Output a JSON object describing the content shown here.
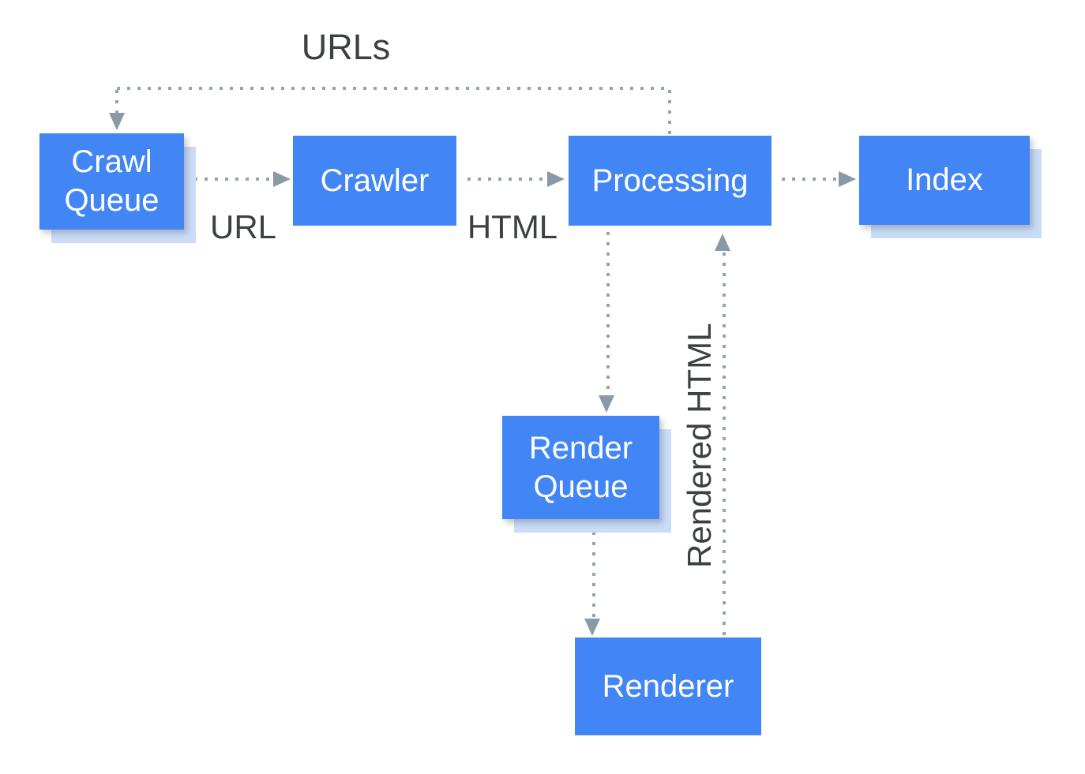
{
  "diagram": {
    "nodes": {
      "crawl_queue": {
        "line1": "Crawl",
        "line2": "Queue"
      },
      "crawler": {
        "label": "Crawler"
      },
      "processing": {
        "label": "Processing"
      },
      "index": {
        "label": "Index"
      },
      "render_queue": {
        "line1": "Render",
        "line2": "Queue"
      },
      "renderer": {
        "label": "Renderer"
      }
    },
    "labels": {
      "urls": "URLs",
      "url": "URL",
      "html": "HTML",
      "rendered_html": "Rendered HTML"
    },
    "edges": [
      {
        "from": "crawl_queue",
        "to": "crawler",
        "label": "URL"
      },
      {
        "from": "crawler",
        "to": "processing",
        "label": "HTML"
      },
      {
        "from": "processing",
        "to": "index",
        "label": ""
      },
      {
        "from": "processing",
        "to": "crawl_queue",
        "label": "URLs"
      },
      {
        "from": "processing",
        "to": "render_queue",
        "label": ""
      },
      {
        "from": "render_queue",
        "to": "renderer",
        "label": ""
      },
      {
        "from": "renderer",
        "to": "processing",
        "label": "Rendered HTML"
      }
    ],
    "colors": {
      "node_fill": "#4285F4",
      "node_text": "#FFFFFF",
      "node_shadow": "#CBDCF8",
      "line": "#94A3AF",
      "arrow": "#8A99A6",
      "label_text": "#3C4043",
      "background": "#FFFFFF"
    }
  }
}
